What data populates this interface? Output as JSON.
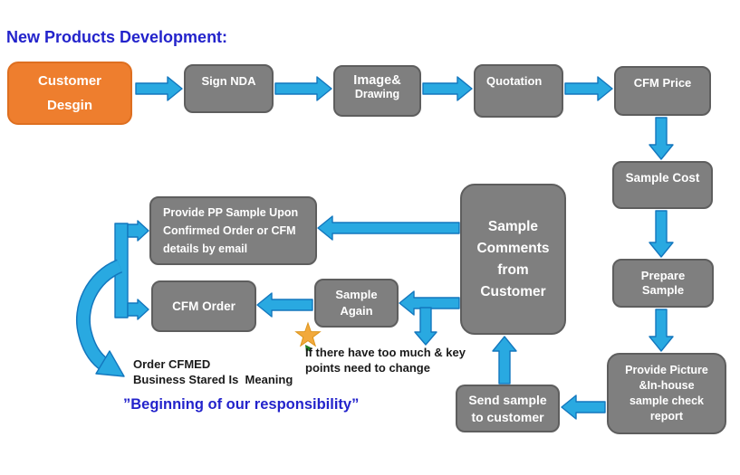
{
  "title": "New Products Development:",
  "colors": {
    "title_blue": "#2323cb",
    "note_blue": "#2323cb",
    "box_gray": "#7f7f7f",
    "box_gray_border": "#5e5e5e",
    "box_orange": "#ee7e2e",
    "box_orange_border": "#de6f20",
    "arrow_fill": "#29a9e1",
    "arrow_stroke": "#1377be",
    "star_gold": "#f2a93b",
    "star_border": "#dd951c",
    "star_leaf_green": "#1f7a1f"
  },
  "nodes": {
    "customer_design": "Customer\nDesgin",
    "sign_nda": "Sign NDA",
    "image_drawing": {
      "line1": "Image&",
      "line2": "Drawing"
    },
    "quotation": "Quotation",
    "cfm_price": "CFM Price",
    "sample_cost": "Sample Cost",
    "prepare_sample": "Prepare\nSample",
    "provide_picture": "Provide Picture\n&In-house\nsample check\nreport",
    "send_sample": "Send sample\nto customer",
    "sample_comments": "Sample\nComments\nfrom\nCustomer",
    "provide_pp": "Provide PP Sample Upon\nConfirmed Order or CFM\ndetails by email",
    "cfm_order": "CFM Order",
    "sample_again": "Sample\nAgain"
  },
  "annotations": {
    "star_note": "If there have too much & key\npoints need to change",
    "order_note": "Order CFMED\nBusiness Stared Is  Meaning",
    "responsibility": "”Beginning of our responsibility”"
  }
}
